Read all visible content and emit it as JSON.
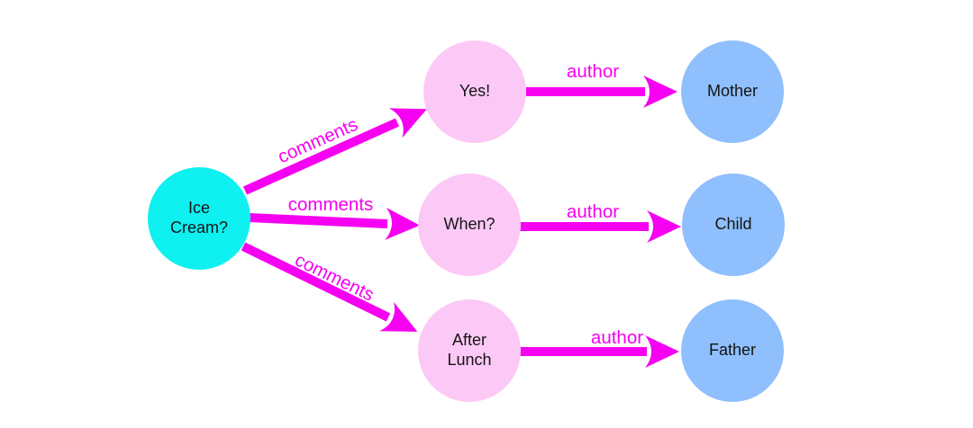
{
  "colors": {
    "question_node_fill": "#0ff0f0",
    "answer_node_fill": "#fcc9f6",
    "person_node_fill": "#8fbffc",
    "edge_and_label": "#f500f0",
    "node_text": "#141414",
    "background": "#ffffff"
  },
  "diagram": {
    "type": "directed-graph",
    "nodes": [
      {
        "id": "ice-cream",
        "label": "Ice Cream?",
        "kind": "question"
      },
      {
        "id": "yes",
        "label": "Yes!",
        "kind": "answer"
      },
      {
        "id": "when",
        "label": "When?",
        "kind": "answer"
      },
      {
        "id": "after-lunch",
        "label": "After Lunch",
        "kind": "answer"
      },
      {
        "id": "mother",
        "label": "Mother",
        "kind": "person"
      },
      {
        "id": "child",
        "label": "Child",
        "kind": "person"
      },
      {
        "id": "father",
        "label": "Father",
        "kind": "person"
      }
    ],
    "edges": [
      {
        "from": "ice-cream",
        "to": "yes",
        "label": "comments"
      },
      {
        "from": "ice-cream",
        "to": "when",
        "label": "comments"
      },
      {
        "from": "ice-cream",
        "to": "after-lunch",
        "label": "comments"
      },
      {
        "from": "yes",
        "to": "mother",
        "label": "author"
      },
      {
        "from": "when",
        "to": "child",
        "label": "author"
      },
      {
        "from": "after-lunch",
        "to": "father",
        "label": "author"
      }
    ]
  }
}
